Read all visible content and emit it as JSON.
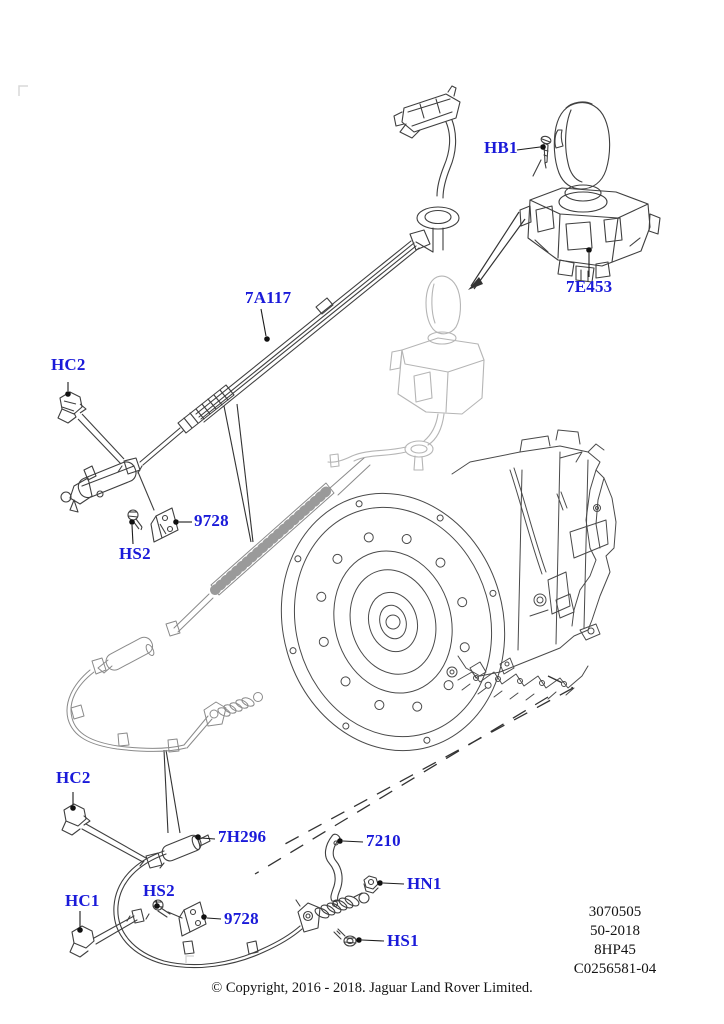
{
  "colors": {
    "label_blue": "#1a1ad9",
    "line_dark": "#3f3f3f",
    "ghost_gray": "#b5b5b5",
    "installed_gray": "#8a8a8a"
  },
  "callouts": {
    "hb1": "HB1",
    "e7453": "7E453",
    "a7117": "7A117",
    "hc2_upper": "HC2",
    "n9728_upper": "9728",
    "hs2_upper": "HS2",
    "hc2_lower": "HC2",
    "h7296": "7H296",
    "hs2_lower": "HS2",
    "hc1": "HC1",
    "n9728_lower": "9728",
    "p7210": "7210",
    "hn1": "HN1",
    "hs1": "HS1"
  },
  "info_block": {
    "lines": [
      "3070505",
      "50-2018",
      "8HP45",
      "C0256581-04"
    ]
  },
  "footer": {
    "copyright": "© Copyright, 2016 - 2018. Jaguar Land Rover Limited."
  }
}
